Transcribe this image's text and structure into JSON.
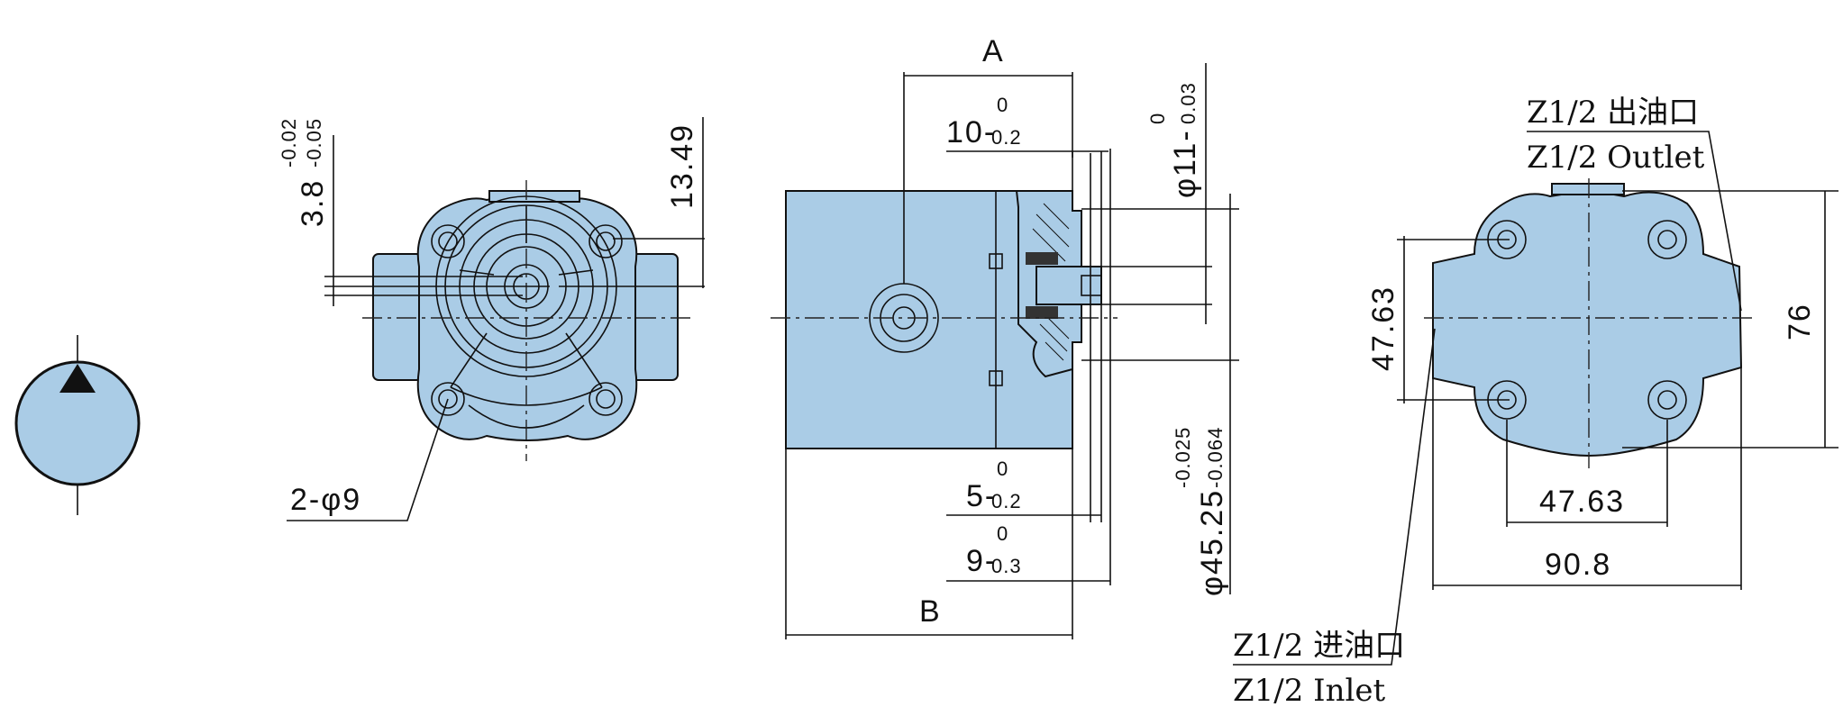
{
  "hydraulic_symbol": {
    "fill": "#aacce6",
    "stroke": "#111111"
  },
  "front_view": {
    "dim_mount_hole": "2-φ9",
    "dim_offset_main": "3.8",
    "dim_offset_upper": "-0.02",
    "dim_offset_lower": "-0.05",
    "dim_shaft_height": "13.49"
  },
  "side_view": {
    "dim_a": "A",
    "dim_b": "B",
    "dim_10_main": "10-",
    "dim_10_upper": "0",
    "dim_10_lower": "0.2",
    "dim_shaft_main": "φ11-",
    "dim_shaft_upper": "0",
    "dim_shaft_lower": "0.03",
    "dim_5_main": "5-",
    "dim_5_upper": "0",
    "dim_5_lower": "0.2",
    "dim_9_main": "9-",
    "dim_9_upper": "0",
    "dim_9_lower": "0.3",
    "dim_pilot_main": "φ45.25",
    "dim_pilot_upper": "-0.025",
    "dim_pilot_lower": "-0.064"
  },
  "rear_view": {
    "outlet_label_cn": "Z1/2 出油口",
    "outlet_label_en": "Z1/2 Outlet",
    "inlet_label_cn": "Z1/2 进油口",
    "inlet_label_en": "Z1/2 Inlet",
    "dim_hole_spacing_v": "47.63",
    "dim_hole_spacing_h": "47.63",
    "dim_height": "76",
    "dim_width": "90.8"
  },
  "colors": {
    "body": "#aacce6",
    "line": "#111111"
  }
}
